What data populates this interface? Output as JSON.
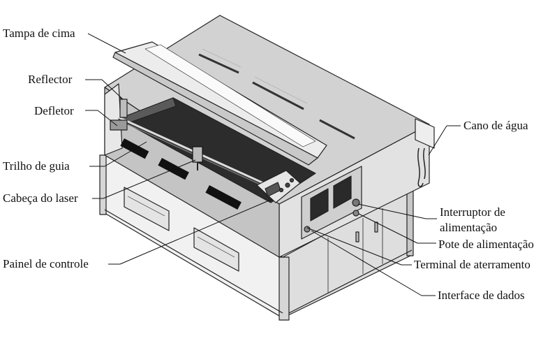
{
  "labels": {
    "top_cover": "Tampa de cima",
    "reflector": "Reflector",
    "deflector": "Defletor",
    "guide_rail": "Trilho de guia",
    "laser_head": "Cabeça do laser",
    "control_panel": "Painel de controle",
    "water_pipe": "Cano de água",
    "power_switch_1": "Interruptor de",
    "power_switch_2": "alimentação",
    "power_socket": "Pote de alimentação",
    "ground_terminal": "Terminal de aterramento",
    "data_interface": "Interface de dados"
  }
}
